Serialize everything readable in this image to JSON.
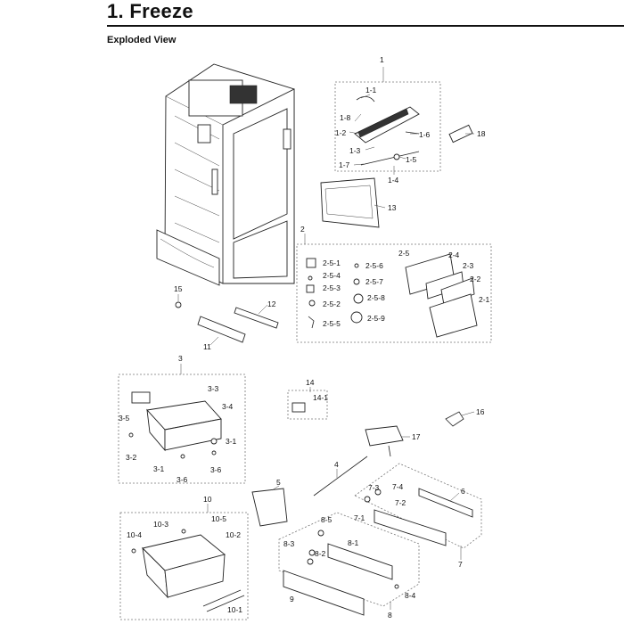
{
  "page": {
    "title": "1.  Freeze",
    "section": "Exploded View"
  },
  "callouts": [
    {
      "id": "c-1",
      "label": "1"
    },
    {
      "id": "c-1-1",
      "label": "1-1"
    },
    {
      "id": "c-1-8",
      "label": "1-8"
    },
    {
      "id": "c-1-2",
      "label": "1-2"
    },
    {
      "id": "c-1-6",
      "label": "1-6"
    },
    {
      "id": "c-1-3",
      "label": "1-3"
    },
    {
      "id": "c-1-5",
      "label": "1-5"
    },
    {
      "id": "c-1-7",
      "label": "1-7"
    },
    {
      "id": "c-1-4",
      "label": "1-4"
    },
    {
      "id": "c-18",
      "label": "18"
    },
    {
      "id": "c-13",
      "label": "13"
    },
    {
      "id": "c-2",
      "label": "2"
    },
    {
      "id": "c-2-5",
      "label": "2-5"
    },
    {
      "id": "c-2-5-1",
      "label": "2-5-1"
    },
    {
      "id": "c-2-5-6",
      "label": "2-5-6"
    },
    {
      "id": "c-2-5-4",
      "label": "2-5-4"
    },
    {
      "id": "c-2-5-7",
      "label": "2-5-7"
    },
    {
      "id": "c-2-5-3",
      "label": "2-5-3"
    },
    {
      "id": "c-2-5-8",
      "label": "2-5-8"
    },
    {
      "id": "c-2-5-2",
      "label": "2-5-2"
    },
    {
      "id": "c-2-5-5",
      "label": "2-5-5"
    },
    {
      "id": "c-2-5-9",
      "label": "2-5-9"
    },
    {
      "id": "c-2-4",
      "label": "2-4"
    },
    {
      "id": "c-2-3",
      "label": "2-3"
    },
    {
      "id": "c-2-2",
      "label": "2-2"
    },
    {
      "id": "c-2-1",
      "label": "2-1"
    },
    {
      "id": "c-15",
      "label": "15"
    },
    {
      "id": "c-12",
      "label": "12"
    },
    {
      "id": "c-11",
      "label": "11"
    },
    {
      "id": "c-3",
      "label": "3"
    },
    {
      "id": "c-3-3",
      "label": "3-3"
    },
    {
      "id": "c-3-4",
      "label": "3-4"
    },
    {
      "id": "c-3-5",
      "label": "3-5"
    },
    {
      "id": "c-3-2",
      "label": "3-2"
    },
    {
      "id": "c-3-1a",
      "label": "3-1"
    },
    {
      "id": "c-3-1b",
      "label": "3-1"
    },
    {
      "id": "c-3-6a",
      "label": "3-6"
    },
    {
      "id": "c-3-6b",
      "label": "3-6"
    },
    {
      "id": "c-14",
      "label": "14"
    },
    {
      "id": "c-14-1",
      "label": "14-1"
    },
    {
      "id": "c-16",
      "label": "16"
    },
    {
      "id": "c-17",
      "label": "17"
    },
    {
      "id": "c-4",
      "label": "4"
    },
    {
      "id": "c-5",
      "label": "5"
    },
    {
      "id": "c-6",
      "label": "6"
    },
    {
      "id": "c-7-3",
      "label": "7-3"
    },
    {
      "id": "c-7-4",
      "label": "7-4"
    },
    {
      "id": "c-7-2",
      "label": "7-2"
    },
    {
      "id": "c-7-1",
      "label": "7-1"
    },
    {
      "id": "c-7",
      "label": "7"
    },
    {
      "id": "c-8-5",
      "label": "8-5"
    },
    {
      "id": "c-8-3",
      "label": "8-3"
    },
    {
      "id": "c-8-2",
      "label": "8-2"
    },
    {
      "id": "c-8-1",
      "label": "8-1"
    },
    {
      "id": "c-8-4",
      "label": "8-4"
    },
    {
      "id": "c-8",
      "label": "8"
    },
    {
      "id": "c-9",
      "label": "9"
    },
    {
      "id": "c-10",
      "label": "10"
    },
    {
      "id": "c-10-3",
      "label": "10-3"
    },
    {
      "id": "c-10-5",
      "label": "10-5"
    },
    {
      "id": "c-10-4",
      "label": "10-4"
    },
    {
      "id": "c-10-2",
      "label": "10-2"
    },
    {
      "id": "c-10-1",
      "label": "10-1"
    }
  ]
}
